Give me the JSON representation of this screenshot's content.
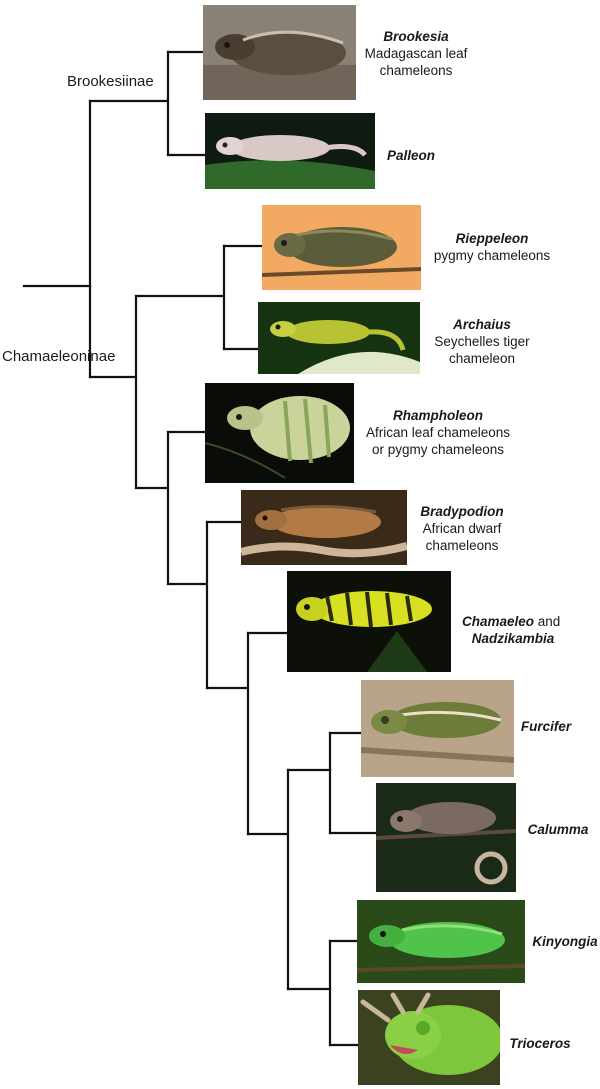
{
  "subfamilies": {
    "brookesiinae": "Brookesiinae",
    "chamaeleoninae": "Chamaeleoninae"
  },
  "taxa": [
    {
      "genus": "Brookesia",
      "common": [
        "Madagascan leaf",
        "chameleons"
      ],
      "icon": "brookesia-photo",
      "colors": {
        "bg": "#8a8176",
        "body": "#5c4e3f",
        "accent": "#c8bfae"
      }
    },
    {
      "genus": "Palleon",
      "common": [],
      "icon": "palleon-photo",
      "colors": {
        "bg": "#0f1a10",
        "body": "#d8c8c6",
        "accent": "#2f6a2a"
      }
    },
    {
      "genus": "Rieppeleon",
      "common": [
        "pygmy chameleons"
      ],
      "icon": "rieppeleon-photo",
      "colors": {
        "bg": "#f2a962",
        "body": "#5b5c3a",
        "accent": "#8a8a5a"
      }
    },
    {
      "genus": "Archaius",
      "common": [
        "Seychelles tiger",
        "chameleon"
      ],
      "icon": "archaius-photo",
      "colors": {
        "bg": "#163412",
        "body": "#b8c232",
        "accent": "#dfe8c8"
      }
    },
    {
      "genus": "Rhampholeon",
      "common": [
        "African leaf chameleons",
        "or pygmy chameleons"
      ],
      "icon": "rhampholeon-photo",
      "colors": {
        "bg": "#0a0c08",
        "body": "#c9d39a",
        "accent": "#8aa55a"
      }
    },
    {
      "genus": "Bradypodion",
      "common": [
        "African dwarf",
        "chameleons"
      ],
      "icon": "bradypodion-photo",
      "colors": {
        "bg": "#3a2a1a",
        "body": "#b37a45",
        "accent": "#7a5a3a"
      }
    },
    {
      "genus": "Chamaeleo",
      "joiner": " and ",
      "genus2": "Nadzikambia",
      "common": [],
      "icon": "chamaeleo-photo",
      "colors": {
        "bg": "#0c1008",
        "body": "#d8e022",
        "accent": "#2a2a10"
      }
    },
    {
      "genus": "Furcifer",
      "common": [],
      "icon": "furcifer-photo",
      "colors": {
        "bg": "#b9a48a",
        "body": "#6e7c3a",
        "accent": "#e8e0c8"
      }
    },
    {
      "genus": "Calumma",
      "common": [],
      "icon": "calumma-photo",
      "colors": {
        "bg": "#1a2a16",
        "body": "#7a6a60",
        "accent": "#c9b4a2"
      }
    },
    {
      "genus": "Kinyongia",
      "common": [],
      "icon": "kinyongia-photo",
      "colors": {
        "bg": "#2a4a1a",
        "body": "#4fc34a",
        "accent": "#8ee078"
      }
    },
    {
      "genus": "Trioceros",
      "common": [],
      "icon": "trioceros-photo",
      "colors": {
        "bg": "#3a4220",
        "body": "#7dc83a",
        "accent": "#c8b89a"
      }
    }
  ],
  "colors": {
    "line": "#111111"
  }
}
